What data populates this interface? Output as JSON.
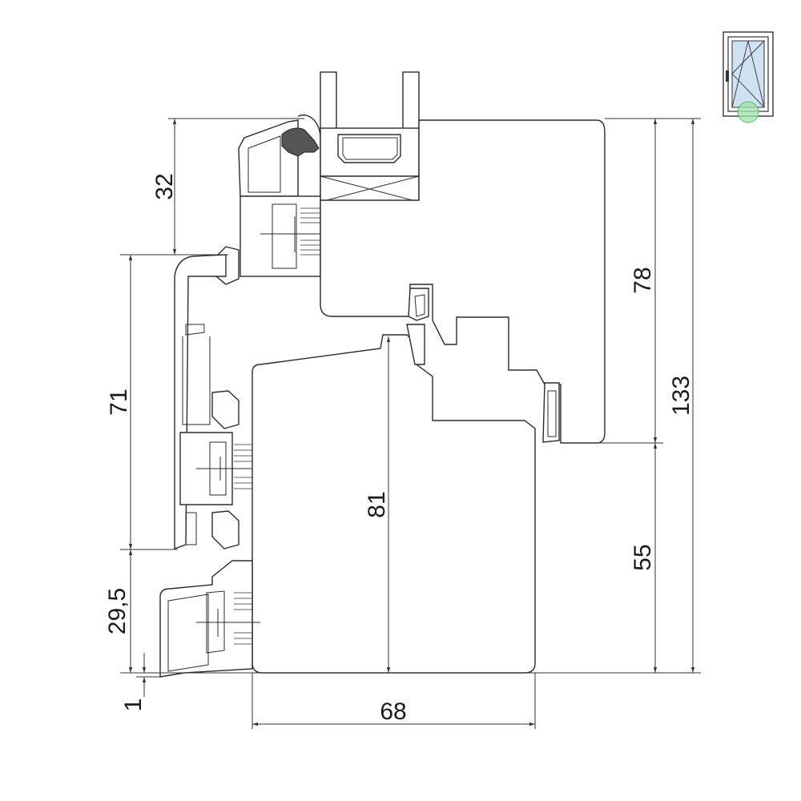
{
  "dimensions": {
    "d32": "32",
    "d71": "71",
    "d29_5": "29,5",
    "d1": "1",
    "d78": "78",
    "d133": "133",
    "d55": "55",
    "d81": "81",
    "d68": "68"
  },
  "icons": {
    "window_icon": "tilt-turn-window-icon",
    "highlight_color": "#9fe3a8",
    "glass_color": "#cfe2f3"
  }
}
